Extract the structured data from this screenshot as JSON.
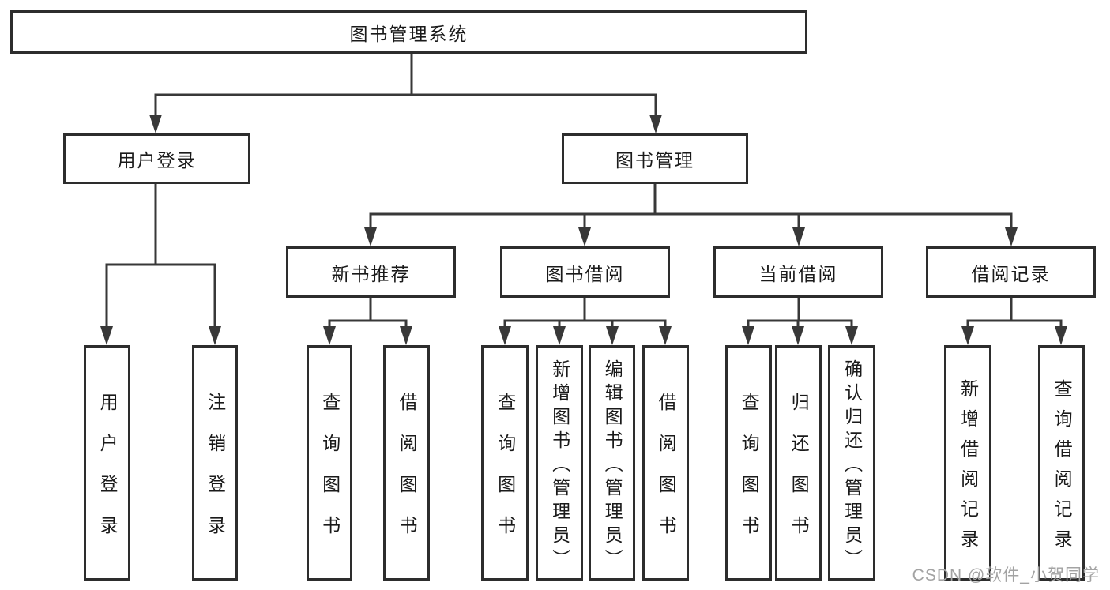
{
  "nodes": {
    "root": "图书管理系统",
    "level2": [
      "用户登录",
      "图书管理"
    ],
    "level3": [
      "新书推荐",
      "图书借阅",
      "当前借阅",
      "借阅记录"
    ],
    "leaves": [
      "用户登录",
      "注销登录",
      "查询图书",
      "借阅图书",
      "查询图书",
      "新增图书（管理员）",
      "编辑图书（管理员）",
      "借阅图书",
      "查询图书",
      "归还图书",
      "确认归还（管理员）",
      "新增借阅记录",
      "查询借阅记录"
    ]
  },
  "hierarchy": {
    "图书管理系统": {
      "用户登录": [
        "用户登录",
        "注销登录"
      ],
      "图书管理": {
        "新书推荐": [
          "查询图书",
          "借阅图书"
        ],
        "图书借阅": [
          "查询图书",
          "新增图书（管理员）",
          "编辑图书（管理员）",
          "借阅图书"
        ],
        "当前借阅": [
          "查询图书",
          "归还图书",
          "确认归还（管理员）"
        ],
        "借阅记录": [
          "新增借阅记录",
          "查询借阅记录"
        ]
      }
    }
  },
  "watermark": {
    "text": "CSDN @软件_小贺同学",
    "color": "#a3a3a3"
  },
  "colors": {
    "background": "#ffffff",
    "line": "#383838",
    "box_border": "#2d2d2d",
    "text": "#1a1a1a"
  }
}
